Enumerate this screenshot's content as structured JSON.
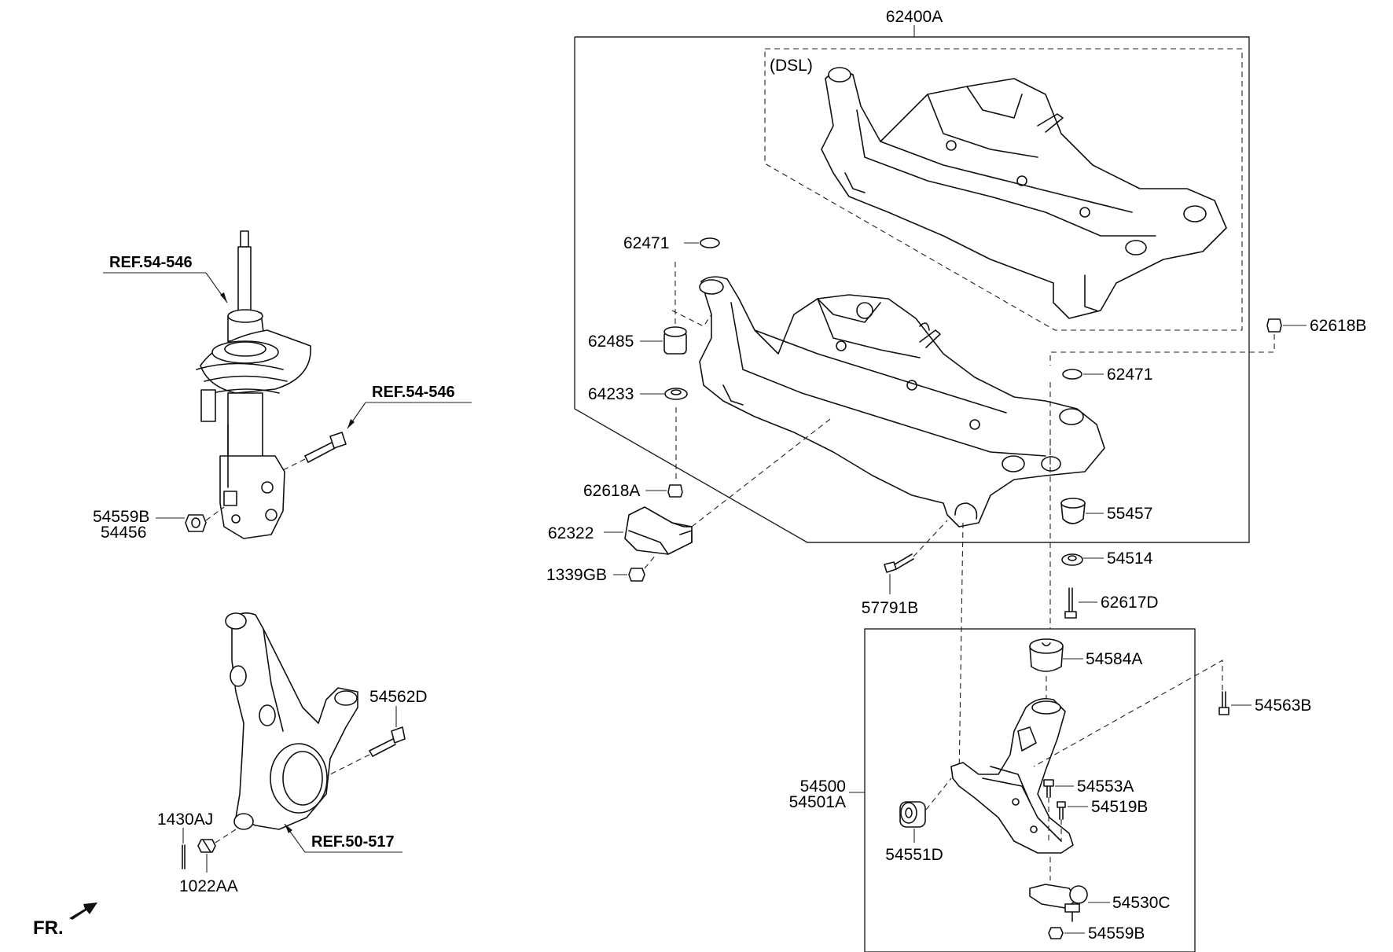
{
  "labels": {
    "subframe_assy": "62400A",
    "dsl_variant": "(DSL)",
    "washer_left": "62471",
    "bushing_upper": "62485",
    "retainer": "64233",
    "nut_62618a": "62618A",
    "bracket": "62322",
    "nut_1339gb": "1339GB",
    "nut_62618b": "62618B",
    "washer_right": "62471",
    "mount_bushing": "55457",
    "stopper": "54514",
    "bolt_62617d": "62617D",
    "bolt_57791b": "57791B",
    "bushing_54584a": "54584A",
    "bolt_54563b": "54563B",
    "lower_arm": "54500",
    "lower_arm_alt": "54501A",
    "bolt_54553a": "54553A",
    "bolt_54519b": "54519B",
    "bushing_54551d": "54551D",
    "ball_joint": "54530C",
    "nut_54559b_lower": "54559B",
    "strut_nut": "54559B",
    "strut_nut_alt": "54456",
    "ref_strut_top": "REF.54-546",
    "ref_strut_bolt": "REF.54-546",
    "bolt_54562d": "54562D",
    "cotter_pin": "1430AJ",
    "castle_nut": "1022AA",
    "ref_knuckle": "REF.50-517",
    "front_indicator": "FR."
  },
  "icons": [
    "front-arrow-icon"
  ]
}
